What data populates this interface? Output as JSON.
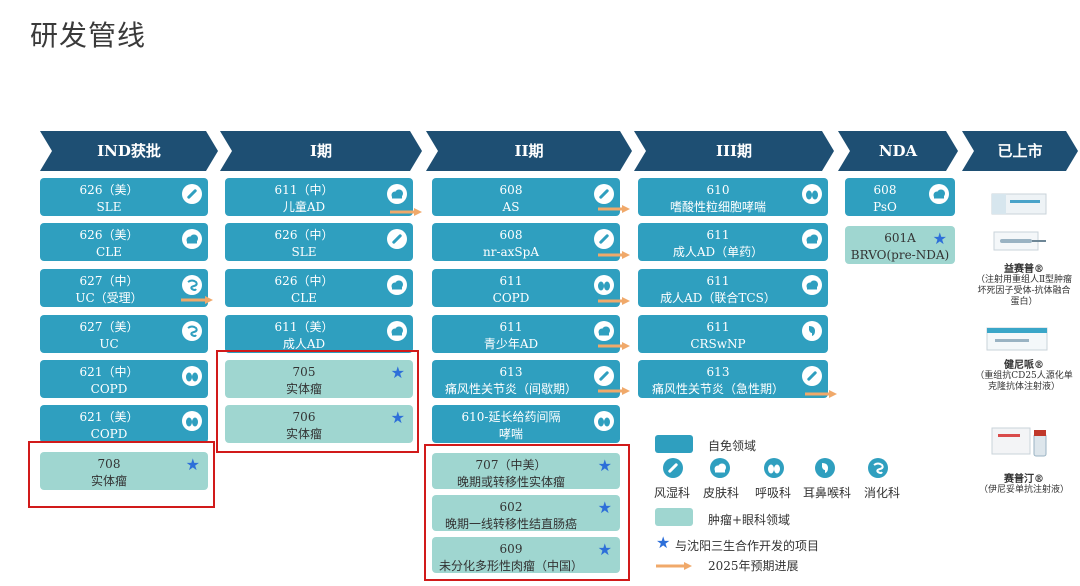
{
  "page_title": "研发管线",
  "stages": [
    "IND获批",
    "I期",
    "II期",
    "III期",
    "NDA",
    "已上市"
  ],
  "columns": {
    "ind": [
      {
        "l1": "626（美）",
        "l2": "SLE",
        "icon": "syringe-icon"
      },
      {
        "l1": "626（美）",
        "l2": "CLE",
        "icon": "cloud-icon"
      },
      {
        "l1": "627（中）",
        "l2": "UC（受理）",
        "icon": "gut-icon"
      },
      {
        "l1": "627（美）",
        "l2": "UC",
        "icon": "gut-icon"
      },
      {
        "l1": "621（中）",
        "l2": "COPD",
        "icon": "lungs-icon"
      },
      {
        "l1": "621（美）",
        "l2": "COPD",
        "icon": "lungs-icon"
      },
      {
        "l1": "708",
        "l2": "实体瘤",
        "icon": "star-icon"
      }
    ],
    "p1": [
      {
        "l1": "611（中）",
        "l2": "儿童AD",
        "icon": "cloud-icon"
      },
      {
        "l1": "626（中）",
        "l2": "SLE",
        "icon": "syringe-icon"
      },
      {
        "l1": "626（中）",
        "l2": "CLE",
        "icon": "cloud-icon"
      },
      {
        "l1": "611（美）",
        "l2": "成人AD",
        "icon": "cloud-icon"
      },
      {
        "l1": "705",
        "l2": "实体瘤",
        "icon": "star-icon"
      },
      {
        "l1": "706",
        "l2": "实体瘤",
        "icon": "star-icon"
      }
    ],
    "p2": [
      {
        "l1": "608",
        "l2": "AS",
        "icon": "syringe-icon"
      },
      {
        "l1": "608",
        "l2": "nr-axSpA",
        "icon": "syringe-icon"
      },
      {
        "l1": "611",
        "l2": "COPD",
        "icon": "lungs-icon"
      },
      {
        "l1": "611",
        "l2": "青少年AD",
        "icon": "cloud-icon"
      },
      {
        "l1": "613",
        "l2": "痛风性关节炎（间歇期）",
        "icon": "syringe-icon"
      },
      {
        "l1": "610-延长给药间隔",
        "l2": "哮喘",
        "icon": "lungs-icon"
      },
      {
        "l1": "707（中美）",
        "l2": "晚期或转移性实体瘤",
        "icon": "star-icon"
      },
      {
        "l1": "602",
        "l2": "晚期一线转移性结直肠癌",
        "icon": "star-icon"
      },
      {
        "l1": "609",
        "l2": "未分化多形性肉瘤（中国）",
        "icon": "star-icon"
      }
    ],
    "p3": [
      {
        "l1": "610",
        "l2": "嗜酸性粒细胞哮喘",
        "icon": "lungs-icon"
      },
      {
        "l1": "611",
        "l2": "成人AD（单药）",
        "icon": "cloud-icon"
      },
      {
        "l1": "611",
        "l2": "成人AD（联合TCS）",
        "icon": "cloud-icon"
      },
      {
        "l1": "611",
        "l2": "CRSwNP",
        "icon": "ent-icon"
      },
      {
        "l1": "613",
        "l2": "痛风性关节炎（急性期）",
        "icon": "syringe-icon"
      }
    ],
    "nda": [
      {
        "l1": "608",
        "l2": "PsO",
        "icon": "cloud-icon"
      },
      {
        "l1": "601A",
        "l2": "BRVO(pre-NDA)",
        "icon": "star-icon"
      }
    ]
  },
  "marketed": [
    {
      "name": "益赛普®",
      "desc": "（注射用重组人Ⅱ型肿瘤坏死因子受体-抗体融合蛋白）"
    },
    {
      "name": "健尼哌®",
      "desc": "（重组抗CD25人源化单克隆抗体注射液）"
    },
    {
      "name": "赛普汀®",
      "desc": "（伊尼妥单抗注射液）"
    }
  ],
  "legend": {
    "self_dev": "自免领域",
    "icon_labels": [
      "风湿科",
      "皮肤科",
      "呼吸科",
      "耳鼻喉科",
      "消化科"
    ],
    "onco": "肿瘤+眼科领域",
    "partner": "与沈阳三生合作开发的项目",
    "progress": "2025年预期进展"
  },
  "colors": {
    "stage_arrow": "#1e4f73",
    "dark_card": "#2f9fbf",
    "light_card": "#9fd6d0",
    "progress_arrow": "#f0a96a",
    "highlight_box": "#d11a1a",
    "star": "#2d6fd9"
  }
}
